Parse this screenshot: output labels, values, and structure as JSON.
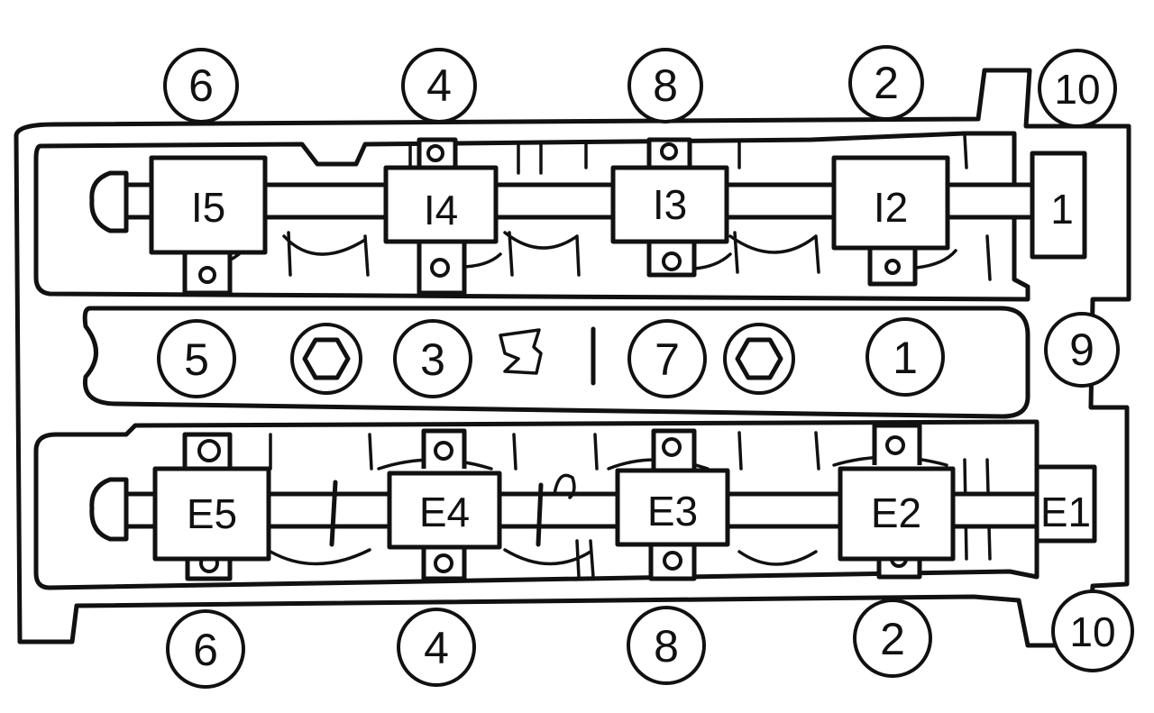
{
  "intake_caps": [
    "I5",
    "I4",
    "I3",
    "I2"
  ],
  "intake_cap_1": "1",
  "exhaust_caps": [
    "E5",
    "E4",
    "E3",
    "E2"
  ],
  "exhaust_cap_1": "E1",
  "top_sequence": [
    "6",
    "4",
    "8",
    "2",
    "10"
  ],
  "middle_sequence": [
    "5",
    "3",
    "7",
    "1",
    "9"
  ],
  "bottom_sequence": [
    "6",
    "4",
    "8",
    "2",
    "10"
  ]
}
